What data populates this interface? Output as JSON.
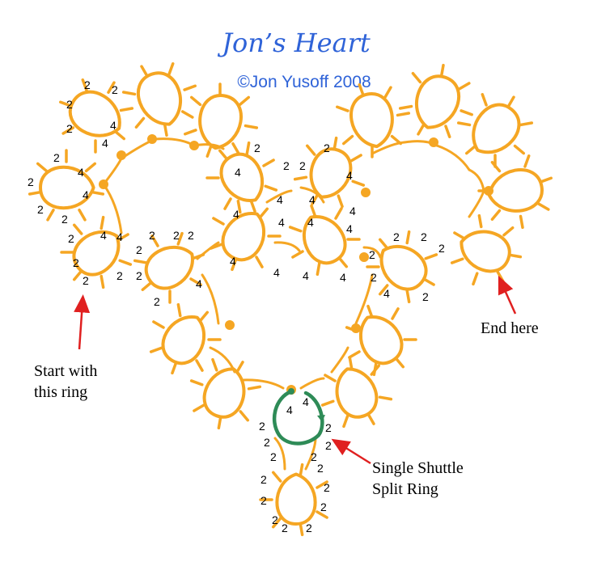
{
  "title": "Jon’s Heart",
  "copyright": "©Jon Yusoff 2008",
  "labels": {
    "start_line1": "Start with",
    "start_line2": "this ring",
    "end": "End here",
    "split_line1": "Single Shuttle",
    "split_line2": "Split Ring"
  },
  "colors": {
    "thread": "#f5a623",
    "split_ring": "#2e8b57",
    "arrow": "#e02020",
    "title": "#2f63d8"
  },
  "stitch_counts": {
    "two": "2",
    "four": "4"
  }
}
